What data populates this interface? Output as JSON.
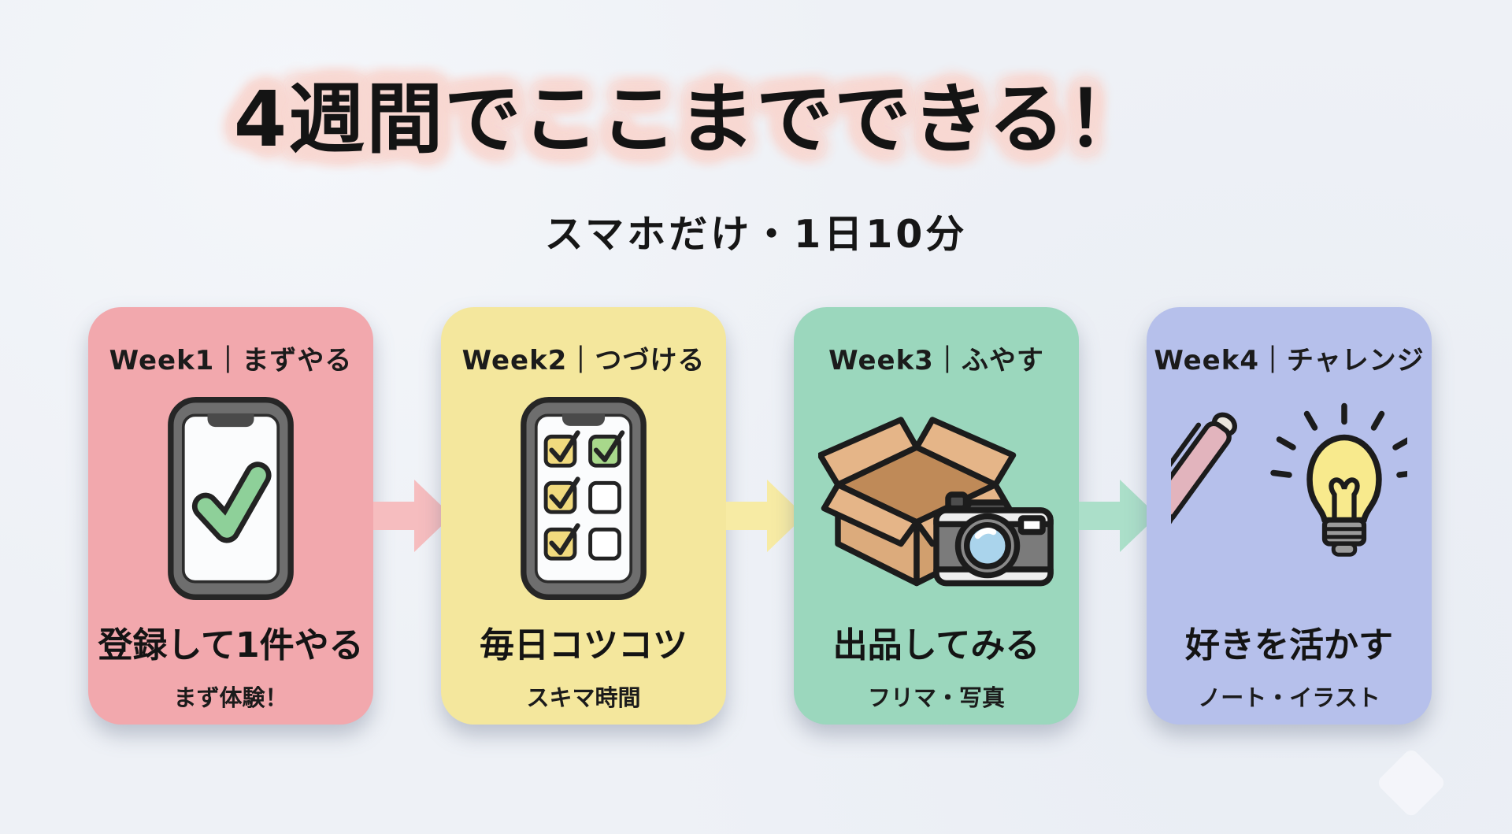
{
  "page": {
    "title": "4週間でここまでできる！",
    "subtitle": "スマホだけ・1日10分"
  },
  "colors": {
    "background": "#eef1f6",
    "title_text": "#141414",
    "title_glow": "#f8d8d2",
    "card_text": "#141414"
  },
  "cards": [
    {
      "header": "Week1｜まずやる",
      "main": "登録して1件やる",
      "sub": "まず体験！",
      "bg": "#f2a8ad",
      "icon": "phone-check-icon"
    },
    {
      "header": "Week2｜つづける",
      "main": "毎日コツコツ",
      "sub": "スキマ時間",
      "bg": "#f4e79d",
      "icon": "phone-checklist-icon"
    },
    {
      "header": "Week3｜ふやす",
      "main": "出品してみる",
      "sub": "フリマ・写真",
      "bg": "#9bd7bd",
      "icon": "box-camera-icon"
    },
    {
      "header": "Week4｜チャレンジ",
      "main": "好きを活かす",
      "sub": "ノート・イラスト",
      "bg": "#b6c0eb",
      "icon": "pen-lightbulb-icon"
    }
  ],
  "arrows": [
    {
      "color": "#f6bdbf"
    },
    {
      "color": "#f7eba4"
    },
    {
      "color": "#abdfc9"
    }
  ]
}
